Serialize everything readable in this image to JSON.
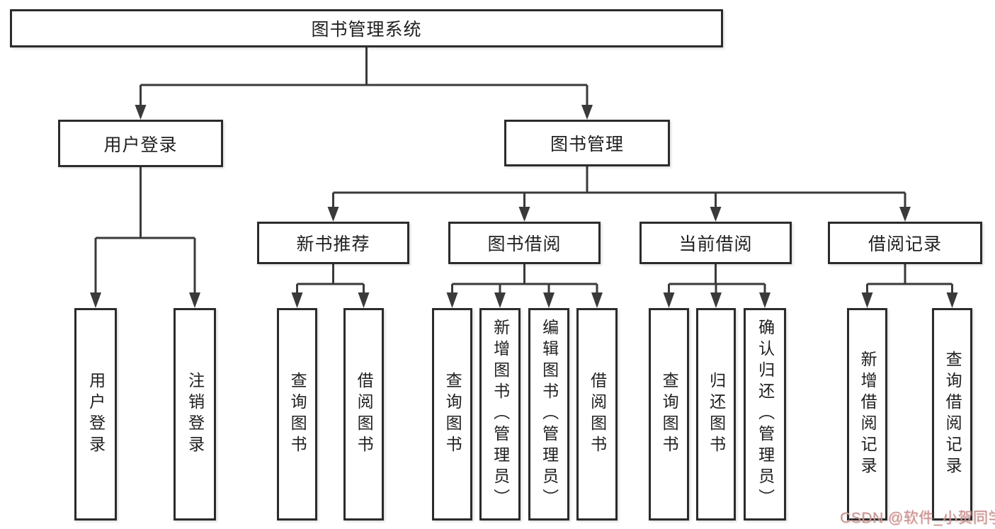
{
  "colors": {
    "line": "#3a3a3a",
    "box_border": "#2b2b2b",
    "box_fill": "#ffffff",
    "text": "#1f1f1f",
    "watermark": "#c79694"
  },
  "watermark": {
    "text": "CSDN @软件_小贺同学"
  },
  "diagram": {
    "root": {
      "label": "图书管理系统"
    },
    "children": [
      {
        "label": "用户登录",
        "children": [
          {
            "label": "用户登录"
          },
          {
            "label": "注销登录"
          }
        ]
      },
      {
        "label": "图书管理",
        "children": [
          {
            "label": "新书推荐",
            "children": [
              {
                "label": "查询图书"
              },
              {
                "label": "借阅图书"
              }
            ]
          },
          {
            "label": "图书借阅",
            "children": [
              {
                "label": "查询图书"
              },
              {
                "label": "新增图书（管理员）"
              },
              {
                "label": "编辑图书（管理员）"
              },
              {
                "label": "借阅图书"
              }
            ]
          },
          {
            "label": "当前借阅",
            "children": [
              {
                "label": "查询图书"
              },
              {
                "label": "归还图书"
              },
              {
                "label": "确认归还（管理员）"
              }
            ]
          },
          {
            "label": "借阅记录",
            "children": [
              {
                "label": "新增借阅记录"
              },
              {
                "label": "查询借阅记录"
              }
            ]
          }
        ]
      }
    ]
  }
}
